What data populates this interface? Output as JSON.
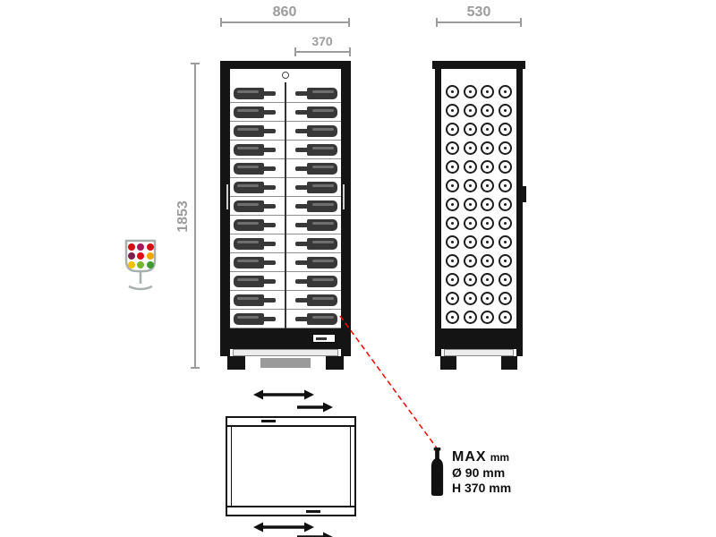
{
  "dims": {
    "width": "860",
    "door": "370",
    "depth": "530",
    "height": "1853"
  },
  "spec": {
    "max": "MAX",
    "max_unit": "mm",
    "diameter": "Ø 90 mm",
    "bottle_height": "H 370 mm"
  },
  "front_view": {
    "rows": 13,
    "columns": 2
  },
  "side_view": {
    "rows": 13,
    "cols": 4
  },
  "logo": {
    "dot_colors": [
      "#d40f14",
      "#a3195b",
      "#d40f14",
      "#7a1f4e",
      "#e30613",
      "#f0a500",
      "#f3c300",
      "#76b82a",
      "#3f9c35"
    ]
  },
  "colors": {
    "dimension": "#9c9c9c",
    "cabinet": "#141414",
    "bottle": "#383838",
    "callout": "#ff0000"
  }
}
